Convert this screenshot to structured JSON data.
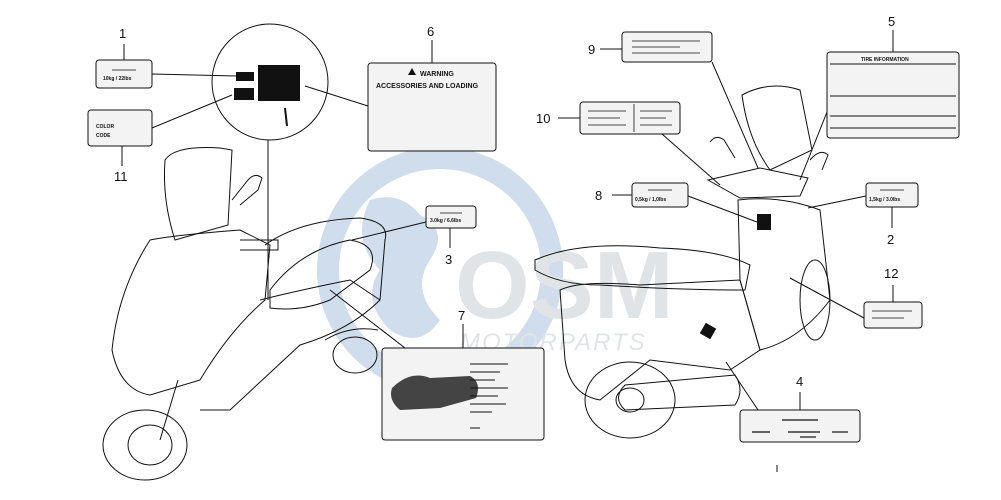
{
  "callouts": [
    "1",
    "2",
    "3",
    "4",
    "5",
    "6",
    "7",
    "8",
    "9",
    "10",
    "11",
    "12"
  ],
  "labels": {
    "l1": "10kg / 22lbs",
    "l2": "1,5kg / 3.0lbs",
    "l3": "3.0kg / 6.6lbs",
    "l5": "TIRE INFORMATION",
    "l6_title": "WARNING",
    "l6_sub": "ACCESSORIES AND LOADING",
    "l8": "0,5kg / 1,0lbs",
    "l11_line1": "COLOR",
    "l11_line2": "CODE"
  },
  "watermark": {
    "brand": "OSM",
    "sub": "MOTORPARTS"
  },
  "colors": {
    "line": "#111111",
    "watermark": "#c9ced4",
    "globe": "#a9c3dd"
  }
}
